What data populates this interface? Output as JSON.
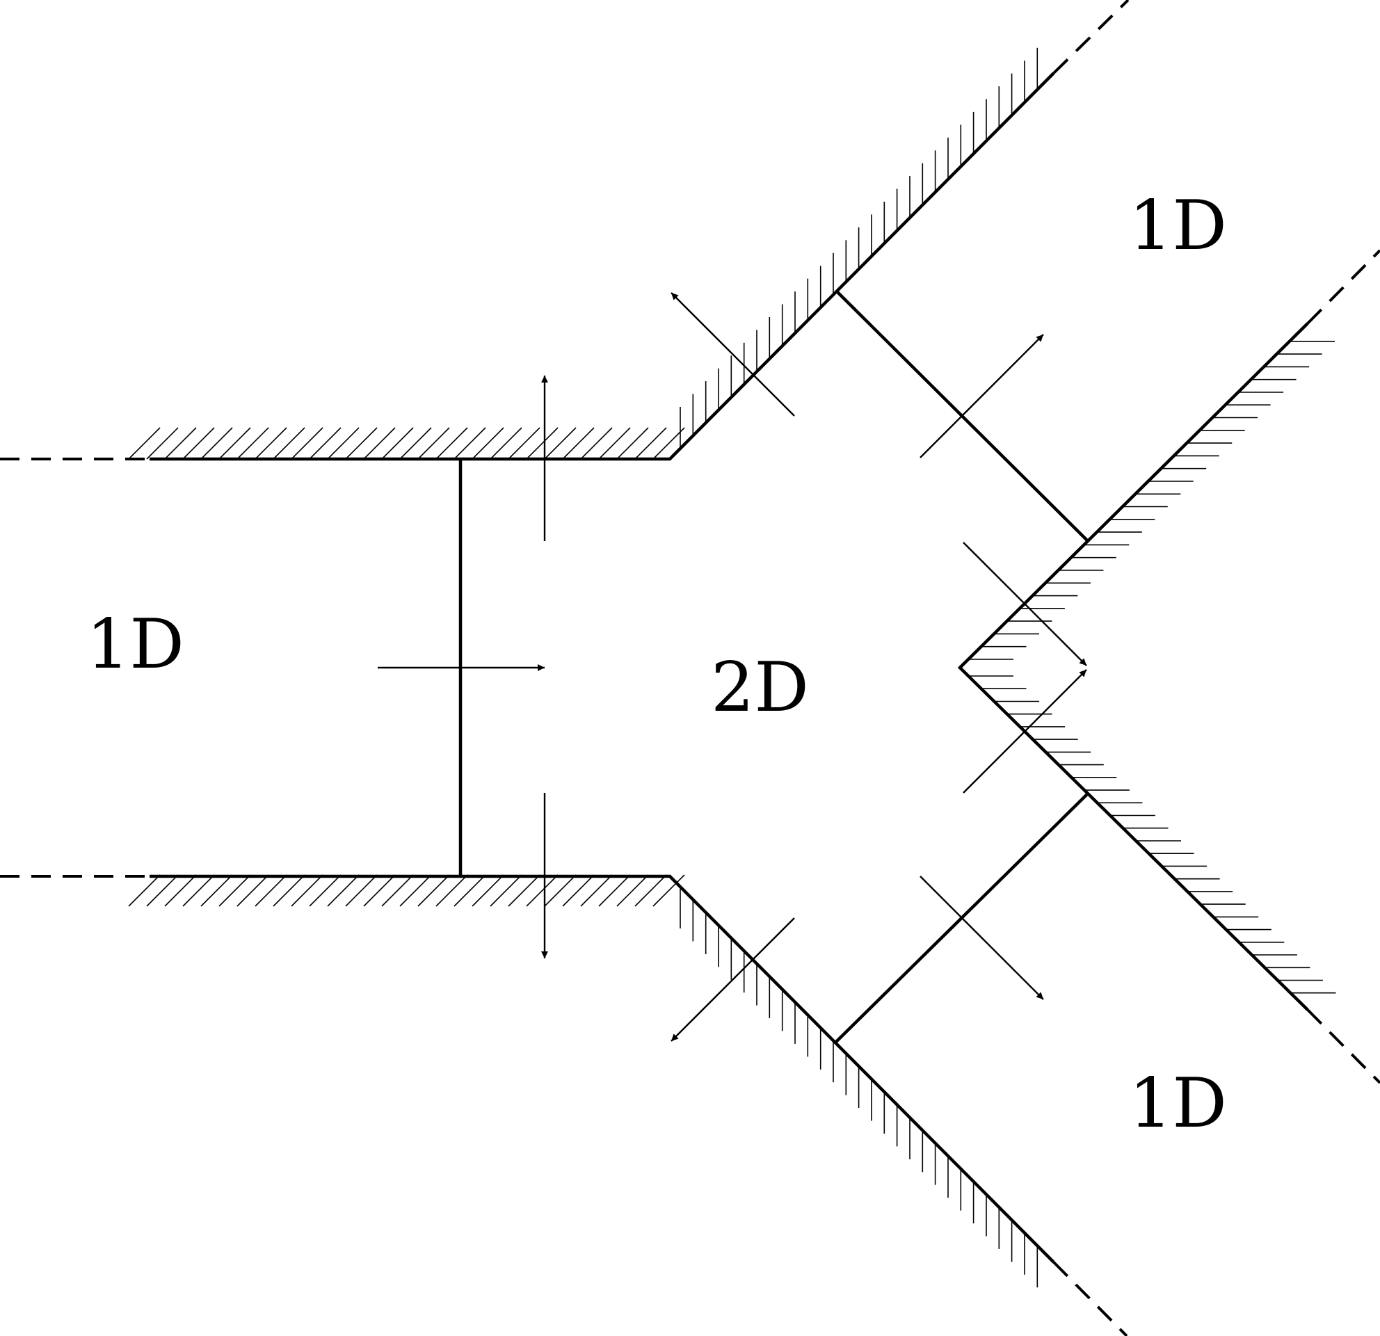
{
  "diagram": {
    "labels": {
      "inlet": "1D",
      "junction": "2D",
      "upper_branch": "1D",
      "lower_branch": "1D"
    },
    "colors": {
      "stroke": "#000000",
      "background": "#ffffff"
    }
  }
}
